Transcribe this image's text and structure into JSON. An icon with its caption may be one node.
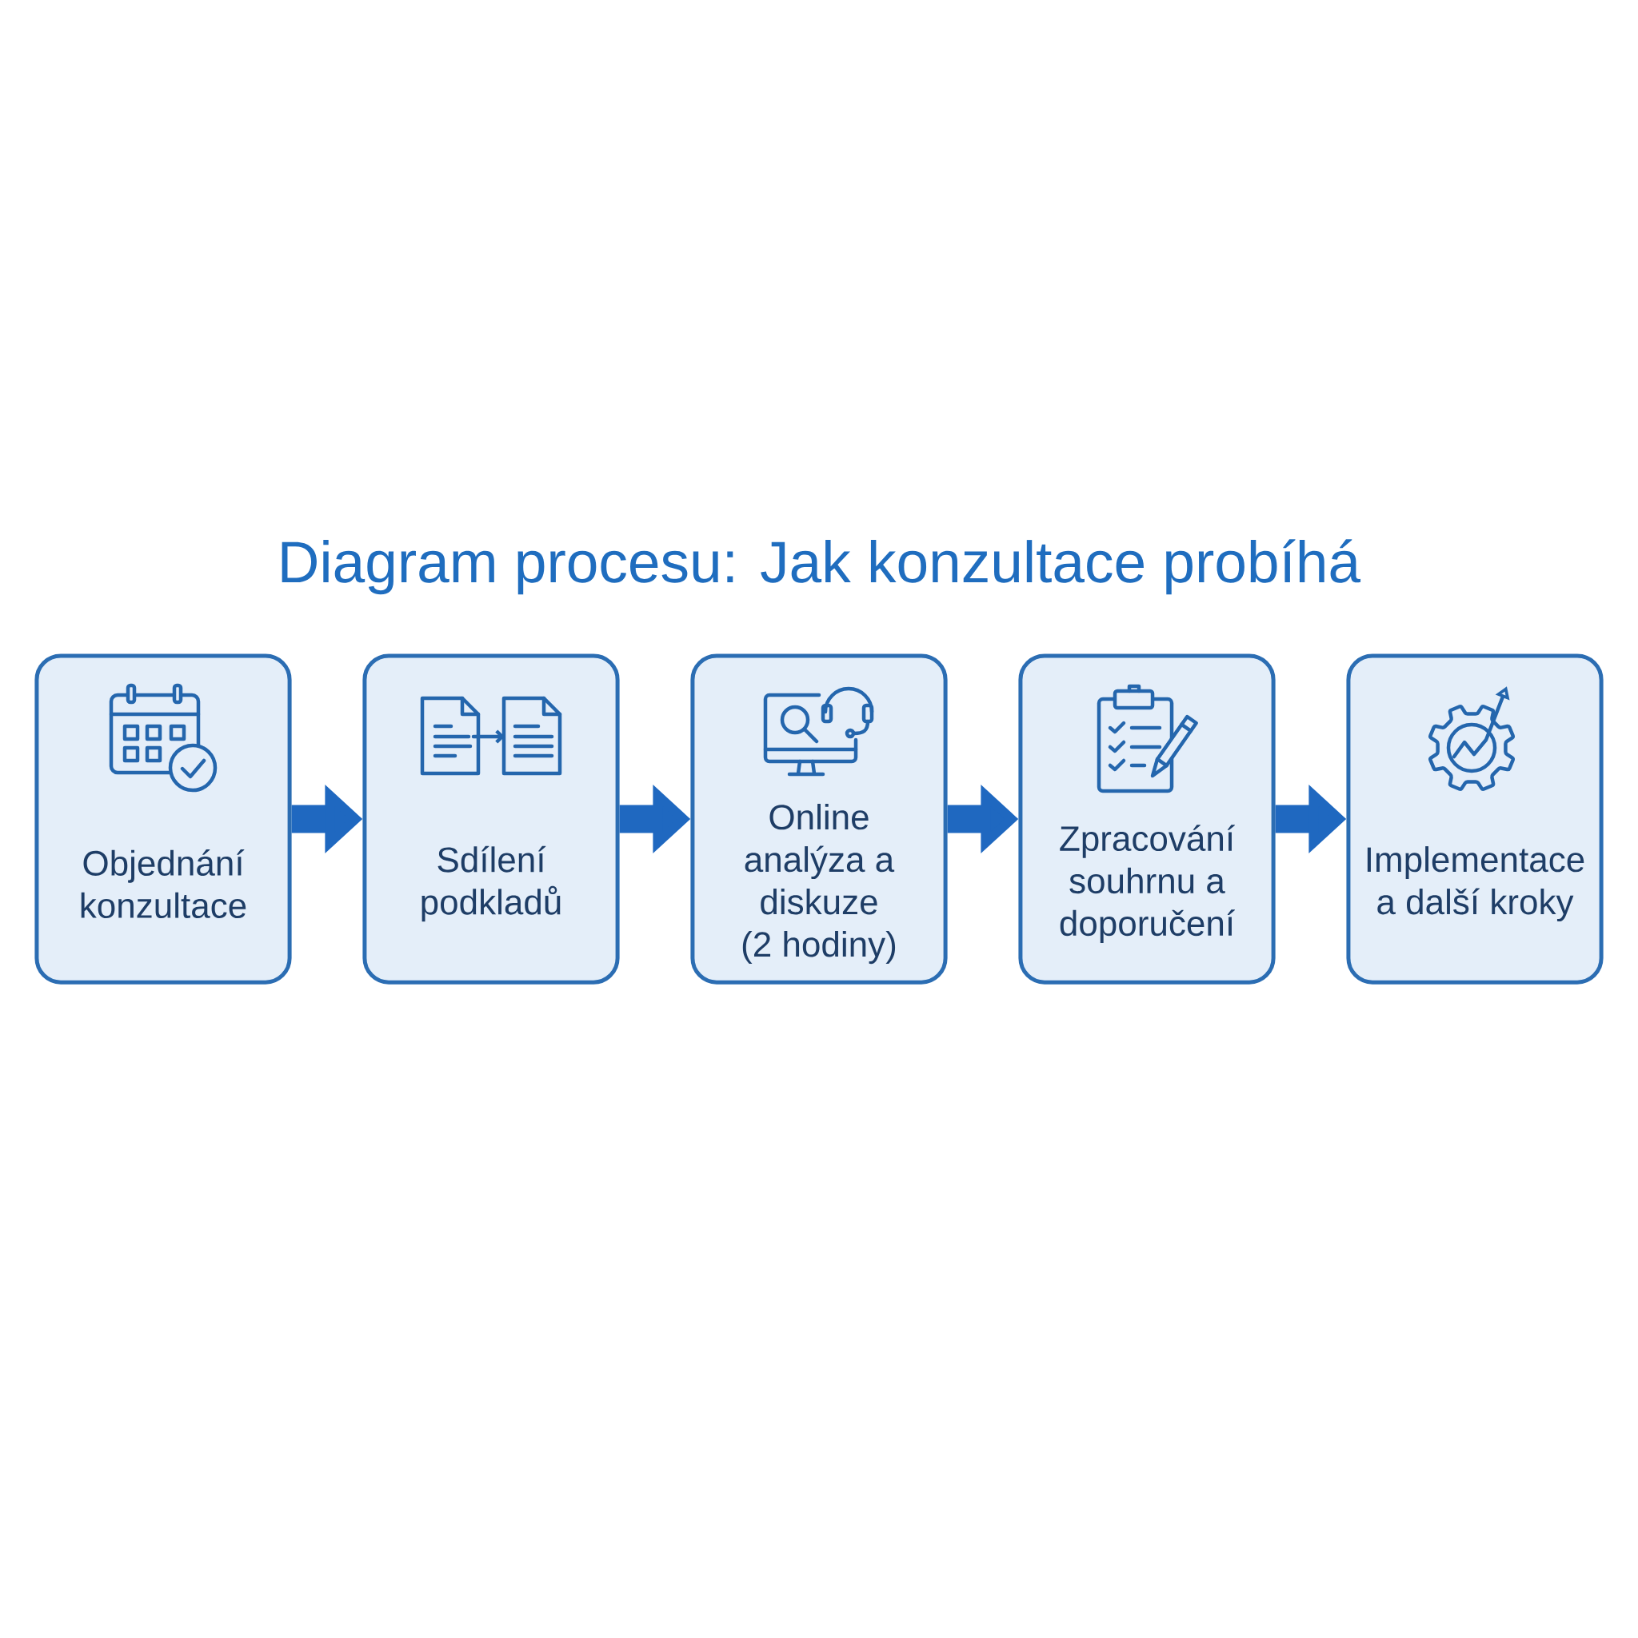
{
  "diagram": {
    "title": "Diagram procesu: Jak konzultace probíhá",
    "nodes": [
      {
        "text": [
          "Objednání konzultace"
        ]
      },
      {
        "text": [
          "Sdílení podkladů"
        ]
      },
      {
        "text": [
          "Online analýza a diskuze (2 hodiny)"
        ]
      },
      {
        "text": [
          "Zpracování souhrnu a doporučení"
        ]
      },
      {
        "text": [
          "Implementace a další kroky"
        ]
      }
    ],
    "edges": [
      {
        "from": 0,
        "to": 1,
        "arrow": "to"
      },
      {
        "from": 1,
        "to": 2,
        "arrow": "to"
      },
      {
        "from": 2,
        "to": 3,
        "arrow": "to"
      },
      {
        "from": 3,
        "to": 4,
        "arrow": "to"
      }
    ]
  }
}
